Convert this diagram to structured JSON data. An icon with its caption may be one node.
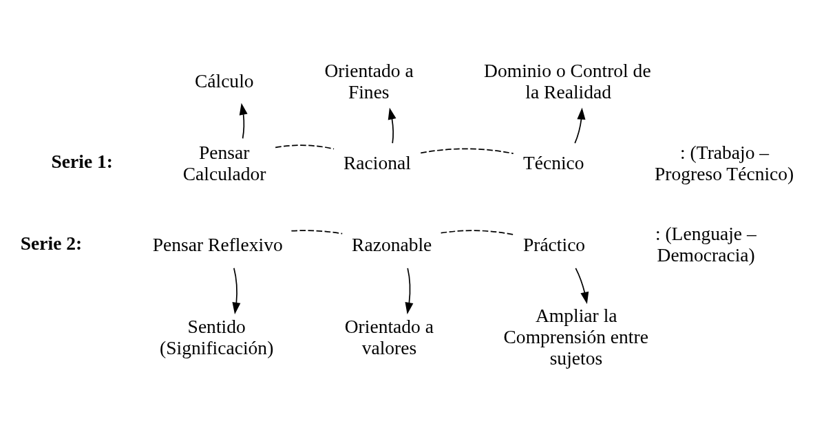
{
  "diagram": {
    "nodes": [
      {
        "text": [
          "Cálculo"
        ]
      },
      {
        "text": [
          "Orientado a Fines"
        ]
      },
      {
        "text": [
          "Dominio o Control de la Realidad"
        ]
      },
      {
        "text": [
          "Pensar Calculador"
        ]
      },
      {
        "text": [
          "Racional"
        ]
      },
      {
        "text": [
          "Técnico"
        ]
      },
      {
        "text": [
          "Pensar Reflexivo"
        ]
      },
      {
        "text": [
          "Razonable"
        ]
      },
      {
        "text": [
          "Práctico"
        ]
      },
      {
        "text": [
          "Sentido (Significación)"
        ]
      },
      {
        "text": [
          "Orientado a valores"
        ]
      },
      {
        "text": [
          "Ampliar la Comprensión entre sujetos"
        ]
      }
    ],
    "edges": [
      {
        "from": 3,
        "to": 0,
        "arrow": "to"
      },
      {
        "from": 4,
        "to": 1,
        "arrow": "to"
      },
      {
        "from": 5,
        "to": 2,
        "arrow": "to"
      },
      {
        "from": 3,
        "to": 4,
        "arrow": "none",
        "style": "dashed"
      },
      {
        "from": 4,
        "to": 5,
        "arrow": "none",
        "style": "dashed"
      },
      {
        "from": 6,
        "to": 7,
        "arrow": "none",
        "style": "dashed"
      },
      {
        "from": 7,
        "to": 8,
        "arrow": "none",
        "style": "dashed"
      },
      {
        "from": 6,
        "to": 9,
        "arrow": "to"
      },
      {
        "from": 7,
        "to": 10,
        "arrow": "to"
      },
      {
        "from": 8,
        "to": 11,
        "arrow": "to"
      }
    ],
    "labels": [
      "Serie 1:",
      ": (Trabajo – Progreso Técnico)",
      "Serie 2:",
      ": (Lenguaje – Democracia)"
    ]
  }
}
